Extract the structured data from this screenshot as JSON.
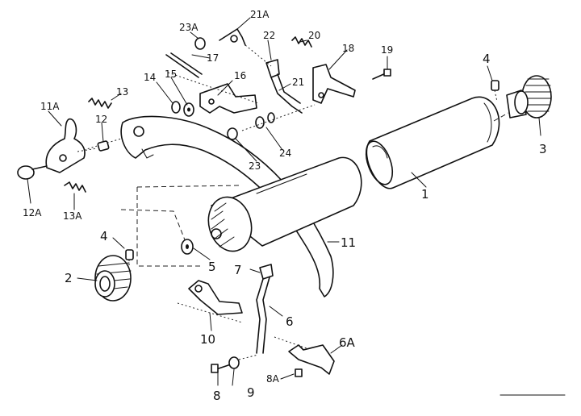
{
  "callouts": {
    "c1": "1",
    "c2": "2",
    "c3": "3",
    "c4a": "4",
    "c4b": "4",
    "c5": "5",
    "c6": "6",
    "c6A": "6A",
    "c7": "7",
    "c8": "8",
    "c8A": "8A",
    "c9": "9",
    "c10": "10",
    "c11": "11",
    "c11A": "11A",
    "c12": "12",
    "c12A": "12A",
    "c13": "13",
    "c13A": "13A",
    "c14": "14",
    "c15": "15",
    "c16": "16",
    "c17": "17",
    "c18": "18",
    "c19": "19",
    "c20": "20",
    "c21": "21",
    "c21A": "21A",
    "c22": "22",
    "c23": "23",
    "c23A": "23A",
    "c24": "24"
  }
}
